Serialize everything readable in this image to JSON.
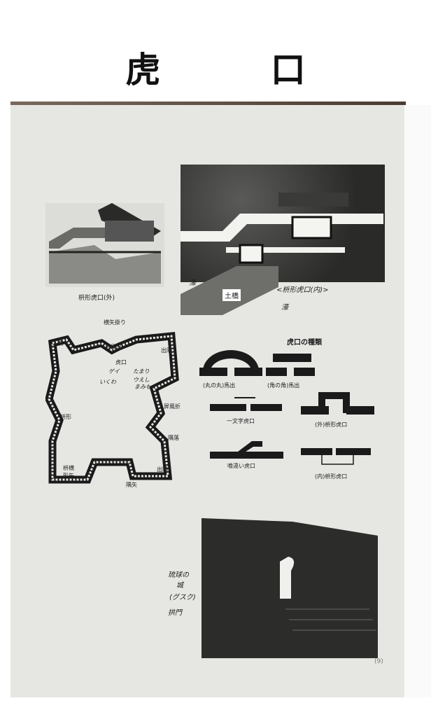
{
  "page_title": "虎 口",
  "photo1_caption": "枡形虎口(外)",
  "photo2": {
    "label_bridge": "土橋",
    "caption": "<枡形虎口(内)>",
    "moat_left": "濠",
    "moat_right": "濠"
  },
  "castle_plan": {
    "labels": [
      "横矢掛り",
      "入隅",
      "丸馬出",
      "出隅",
      "虎口",
      "屏風折",
      "隅落",
      "枡形",
      "枡横形矢",
      "出隅",
      "隅矢"
    ],
    "handwritten": [
      "ゲイ",
      "いくわ",
      "たまり",
      "ウえし",
      "まみも"
    ]
  },
  "types": {
    "heading": "虎口の種類",
    "items": [
      "(丸の丸)馬出",
      "(角の角)馬出",
      "一文字虎口",
      "(外)枡形虎口",
      "喰違い虎口",
      "(内)枡形虎口"
    ]
  },
  "photo3": {
    "caption_lines": [
      "琉球の",
      "城",
      "(グスク)",
      "拱門"
    ]
  },
  "page_number": "(9)"
}
